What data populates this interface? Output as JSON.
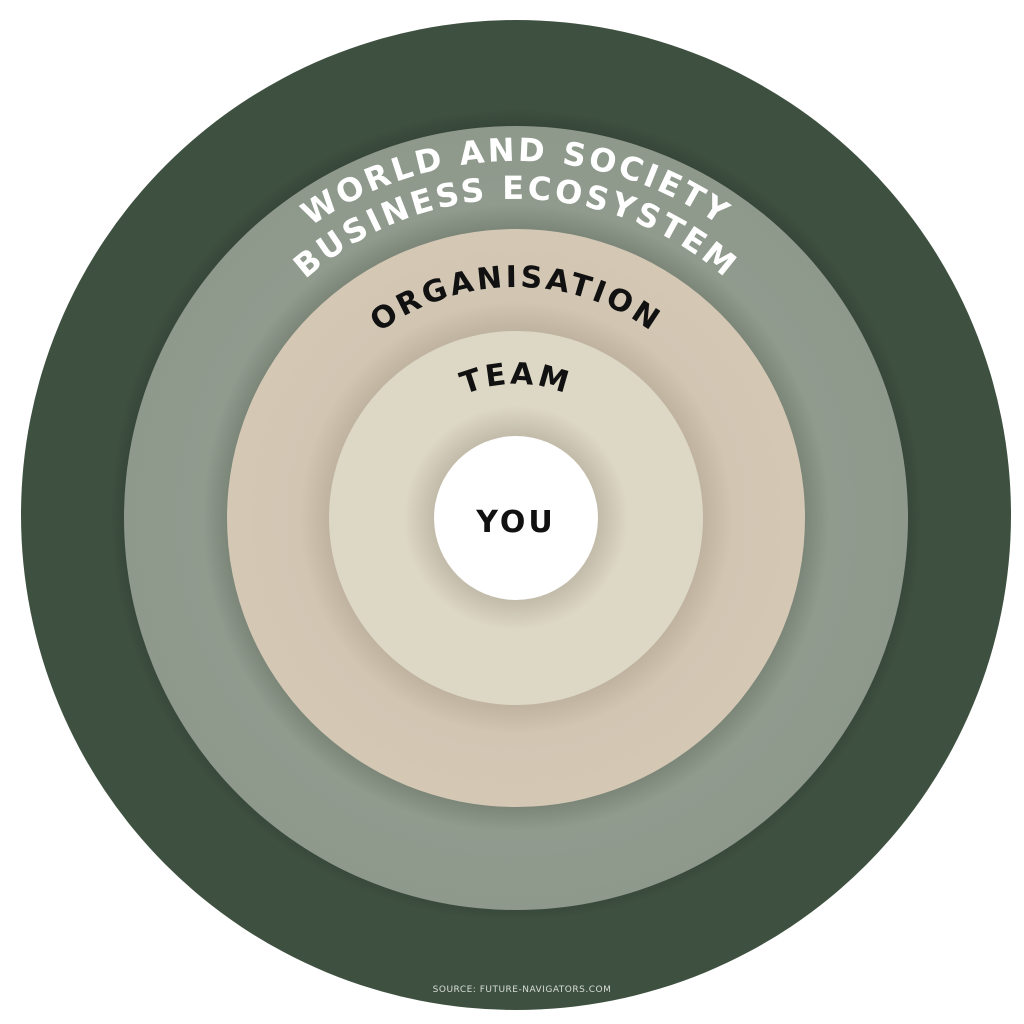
{
  "rings": [
    {
      "label": "WORLD AND SOCIETY",
      "color": "#3e5040",
      "text_color": "#ffffff"
    },
    {
      "label": "BUSINESS ECOSYSTEM",
      "color": "#8e998c",
      "text_color": "#ffffff"
    },
    {
      "label": "ORGANISATION",
      "color": "#d2c6b3",
      "text_color": "#111111"
    },
    {
      "label": "TEAM",
      "color": "#ddd7c5",
      "text_color": "#111111"
    },
    {
      "label": "YOU",
      "color": "#ffffff",
      "text_color": "#111111"
    }
  ],
  "source": "SOURCE: FUTURE-NAVIGATORS.COM"
}
